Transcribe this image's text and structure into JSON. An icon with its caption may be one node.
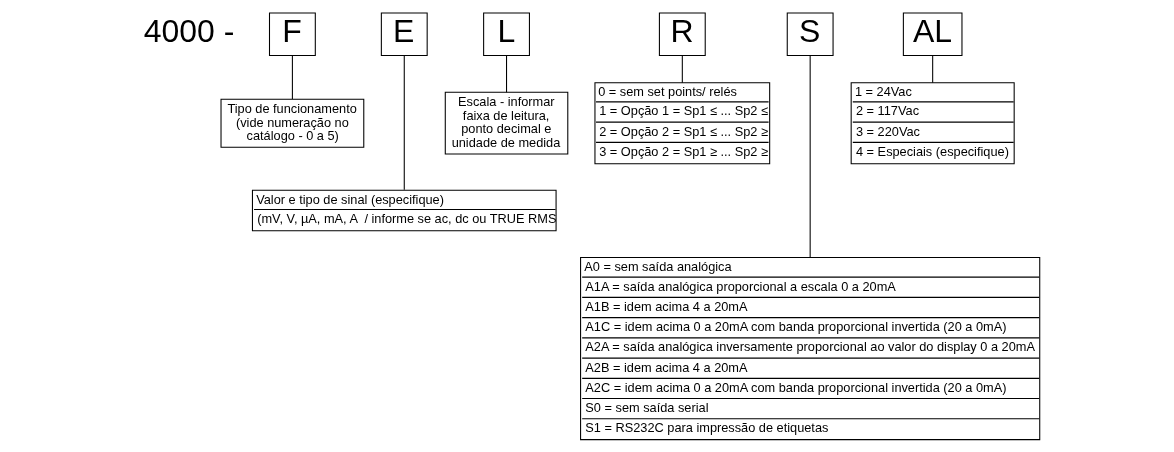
{
  "diagram": {
    "nodes": [
      {
        "text": [
          "F"
        ]
      },
      {
        "text": [
          "E"
        ]
      },
      {
        "text": [
          "L"
        ]
      },
      {
        "text": [
          "R"
        ]
      },
      {
        "text": [
          "S"
        ]
      },
      {
        "text": [
          "AL"
        ]
      },
      {
        "text": [
          "Tipo de funcionamento (vide numeração no catálogo - 0 a 5)"
        ]
      },
      {
        "text": [
          "Valor e tipo de sinal (especifique)",
          "(mV, V, µA, mA, A  / informe se ac, dc ou TRUE RMS"
        ]
      },
      {
        "text": [
          "Escala - informar faixa de leitura, ponto decimal e unidade de medida"
        ]
      },
      {
        "text": [
          "0 = sem set points/ relés",
          "1 = Opção 1 = Sp1 ≤ ... Sp2 ≤",
          "2 = Opção 2 = Sp1 ≤ ... Sp2 ≥",
          "3 = Opção 2 = Sp1 ≥ ... Sp2 ≥"
        ]
      },
      {
        "text": [
          "A0 = sem saída analógica",
          "A1A = saída analógica proporcional a escala 0 a 20mA",
          "A1B = idem acima 4 a 20mA",
          "A1C = idem acima 0 a 20mA com banda proporcional invertida (20 a 0mA)",
          "A2A = saída analógica inversamente proporcional ao valor do display 0 a 20mA",
          "A2B = idem acima 4 a 20mA",
          "A2C = idem acima 0 a 20mA com banda proporcional invertida (20 a 0mA)",
          "S0 = sem saída serial",
          "S1 = RS232C para impressão de etiquetas"
        ]
      },
      {
        "text": [
          "1 = 24Vac",
          "2 = 117Vac",
          "3 = 220Vac",
          "4 = Especiais (especifique)"
        ]
      }
    ],
    "edges": [
      {
        "from": 0,
        "to": 6,
        "arrow": "none"
      },
      {
        "from": 1,
        "to": 7,
        "arrow": "none"
      },
      {
        "from": 2,
        "to": 8,
        "arrow": "none"
      },
      {
        "from": 3,
        "to": 9,
        "arrow": "none"
      },
      {
        "from": 4,
        "to": 10,
        "arrow": "none"
      },
      {
        "from": 5,
        "to": 11,
        "arrow": "none"
      }
    ],
    "labels": [
      "4000 -"
    ]
  }
}
